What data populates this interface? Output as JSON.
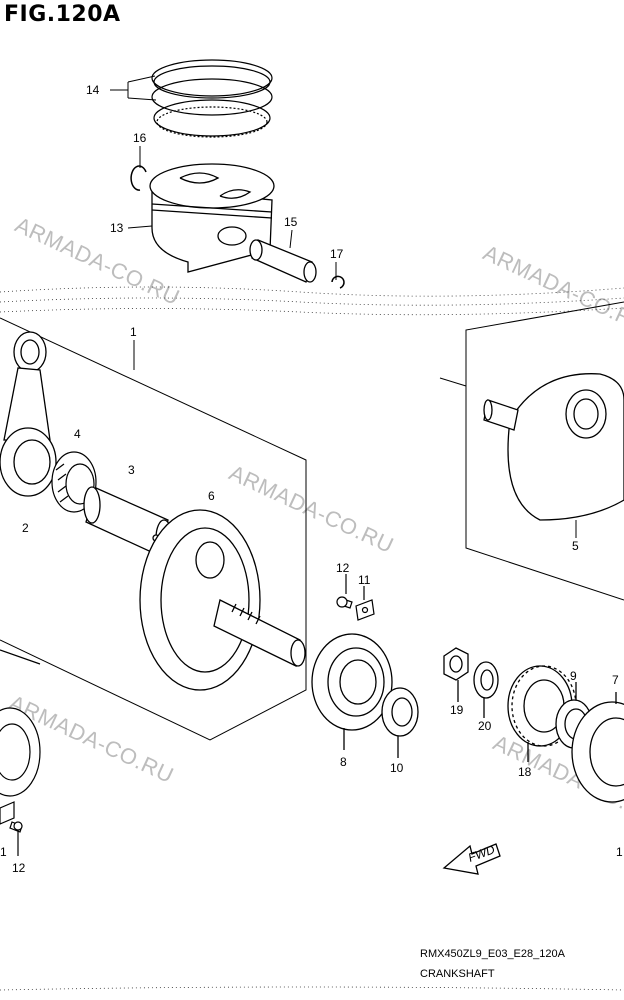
{
  "figure": {
    "title": "FIG.120A"
  },
  "watermark": "ARMADA-CO.RU",
  "caption": {
    "model_code": "RMX450ZL9_E03_E28_120A",
    "name": "CRANKSHAFT"
  },
  "parts": [
    {
      "id": "p14",
      "number": "14",
      "name": "piston-ring-set"
    },
    {
      "id": "p16",
      "number": "16",
      "name": "piston-pin-circlip-upper"
    },
    {
      "id": "p13",
      "number": "13",
      "name": "piston"
    },
    {
      "id": "p15",
      "number": "15",
      "name": "piston-pin"
    },
    {
      "id": "p17",
      "number": "17",
      "name": "piston-pin-circlip"
    },
    {
      "id": "p1",
      "number": "1",
      "name": "crankshaft-assembly"
    },
    {
      "id": "p2",
      "number": "2",
      "name": "connecting-rod"
    },
    {
      "id": "p4",
      "number": "4",
      "name": "needle-bearing"
    },
    {
      "id": "p3",
      "number": "3",
      "name": "crank-pin"
    },
    {
      "id": "p6",
      "number": "6",
      "name": "crankshaft-right"
    },
    {
      "id": "p5",
      "number": "5",
      "name": "crankshaft-left"
    },
    {
      "id": "p12a",
      "number": "12",
      "name": "screw"
    },
    {
      "id": "p11a",
      "number": "11",
      "name": "retainer"
    },
    {
      "id": "p8",
      "number": "8",
      "name": "main-bearing"
    },
    {
      "id": "p10",
      "number": "10",
      "name": "oil-seal"
    },
    {
      "id": "p19",
      "number": "19",
      "name": "nut"
    },
    {
      "id": "p20",
      "number": "20",
      "name": "washer"
    },
    {
      "id": "p9",
      "number": "9",
      "name": "spacer"
    },
    {
      "id": "p18",
      "number": "18",
      "name": "primary-drive-gear"
    },
    {
      "id": "p7",
      "number": "7",
      "name": "bearing"
    },
    {
      "id": "p1b",
      "number": "1",
      "name": "retainer-left"
    },
    {
      "id": "p12b",
      "number": "12",
      "name": "screw-left"
    },
    {
      "id": "p1c",
      "number": "1",
      "name": "bearing-right"
    }
  ],
  "fwd_label": "FWD"
}
